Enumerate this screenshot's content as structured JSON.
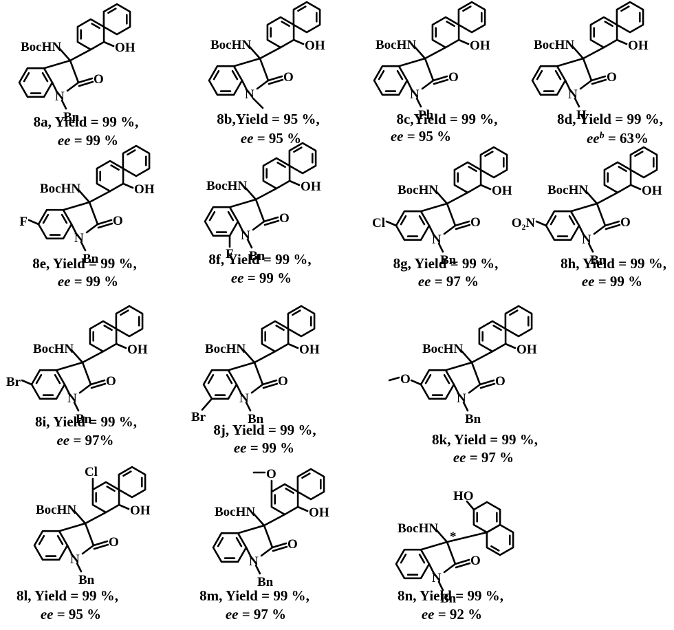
{
  "compounds": [
    {
      "id": "8a",
      "caption1": "8a, Yield = 99 %,",
      "ee_prefix": "ee",
      "ee_sup": "",
      "ee_rest": " = 99 %",
      "n_sub": "Bn",
      "left_sub": "",
      "bottom_sub": "",
      "naph_top": "",
      "oh": "OH",
      "boc": "BocHN",
      "carbonyl": "O",
      "n_atom": "N",
      "star": ""
    },
    {
      "id": "8b",
      "caption1": "8b,Yield = 95 %,",
      "ee_prefix": "ee",
      "ee_sup": "",
      "ee_rest": " = 95 %",
      "n_sub": "",
      "left_sub": "",
      "bottom_sub": "",
      "naph_top": "",
      "oh": "OH",
      "boc": "BocHN",
      "carbonyl": "O",
      "n_atom": "N",
      "star": ""
    },
    {
      "id": "8c",
      "caption1": "8c,Yield = 99 %,",
      "ee_prefix": "ee",
      "ee_sup": "",
      "ee_rest": " = 95 %",
      "n_sub": "Ph",
      "left_sub": "",
      "bottom_sub": "",
      "naph_top": "",
      "oh": "OH",
      "boc": "BocHN",
      "carbonyl": "O",
      "n_atom": "N",
      "star": ""
    },
    {
      "id": "8d",
      "caption1": "8d, Yield = 99 %,",
      "ee_prefix": "ee",
      "ee_sup": "b",
      "ee_rest": " = 63%",
      "n_sub": "H",
      "left_sub": "",
      "bottom_sub": "",
      "naph_top": "",
      "oh": "OH",
      "boc": "BocHN",
      "carbonyl": "O",
      "n_atom": "N",
      "star": ""
    },
    {
      "id": "8e",
      "caption1": "8e, Yield = 99 %,",
      "ee_prefix": "ee",
      "ee_sup": "",
      "ee_rest": " = 99 %",
      "n_sub": "Bn",
      "left_sub": "F",
      "bottom_sub": "",
      "naph_top": "",
      "oh": "OH",
      "boc": "BocHN",
      "carbonyl": "O",
      "n_atom": "N",
      "star": ""
    },
    {
      "id": "8f",
      "caption1": "8f, Yield = 99 %,",
      "ee_prefix": "ee",
      "ee_sup": "",
      "ee_rest": " = 99 %",
      "n_sub": "Bn",
      "left_sub": "",
      "bottom_sub": "F",
      "naph_top": "",
      "oh": "OH",
      "boc": "BocHN",
      "carbonyl": "O",
      "n_atom": "N",
      "star": ""
    },
    {
      "id": "8g",
      "caption1": "8g, Yield = 99 %,",
      "ee_prefix": "ee",
      "ee_sup": "",
      "ee_rest": " = 97 %",
      "n_sub": "Bn",
      "left_sub": "Cl",
      "bottom_sub": "",
      "naph_top": "",
      "oh": "OH",
      "boc": "BocHN",
      "carbonyl": "O",
      "n_atom": "N",
      "star": ""
    },
    {
      "id": "8h",
      "caption1": "8h, Yield = 99 %,",
      "ee_prefix": "ee",
      "ee_sup": "",
      "ee_rest": " = 99 %",
      "n_sub": "Bn",
      "left_sub": "O₂N",
      "bottom_sub": "",
      "naph_top": "",
      "oh": "OH",
      "boc": "BocHN",
      "carbonyl": "O",
      "n_atom": "N",
      "star": ""
    },
    {
      "id": "8i",
      "caption1": "8i, Yield = 99 %,",
      "ee_prefix": "ee",
      "ee_sup": "",
      "ee_rest": " = 97%",
      "n_sub": "Bn",
      "left_sub": "Br",
      "bottom_sub": "",
      "naph_top": "",
      "oh": "OH",
      "boc": "BocHN",
      "carbonyl": "O",
      "n_atom": "N",
      "star": ""
    },
    {
      "id": "8j",
      "caption1": "8j, Yield = 99 %,",
      "ee_prefix": "ee",
      "ee_sup": "",
      "ee_rest": " = 99 %",
      "n_sub": "Bn",
      "left_sub": "",
      "bottom_sub": "Br",
      "naph_top": "",
      "oh": "OH",
      "boc": "BocHN",
      "carbonyl": "O",
      "n_atom": "N",
      "star": ""
    },
    {
      "id": "8k",
      "caption1": "8k, Yield = 99 %,",
      "ee_prefix": "ee",
      "ee_sup": "",
      "ee_rest": " = 97 %",
      "n_sub": "Bn",
      "left_sub": "O",
      "bottom_sub": "",
      "naph_top": "",
      "oh": "OH",
      "boc": "BocHN",
      "carbonyl": "O",
      "n_atom": "N",
      "star": ""
    },
    {
      "id": "8l",
      "caption1": "8l, Yield = 99 %,",
      "ee_prefix": "ee",
      "ee_sup": "",
      "ee_rest": " = 95 %",
      "n_sub": "Bn",
      "left_sub": "",
      "bottom_sub": "",
      "naph_top": "Cl",
      "oh": "OH",
      "boc": "BocHN",
      "carbonyl": "O",
      "n_atom": "N",
      "star": ""
    },
    {
      "id": "8m",
      "caption1": "8m, Yield = 99 %,",
      "ee_prefix": "ee",
      "ee_sup": "",
      "ee_rest": " = 97 %",
      "n_sub": "Bn",
      "left_sub": "",
      "bottom_sub": "",
      "naph_top": "O",
      "oh": "OH",
      "boc": "BocHN",
      "carbonyl": "O",
      "n_atom": "N",
      "star": ""
    },
    {
      "id": "8n",
      "caption1": "8n, Yield = 99 %,",
      "ee_prefix": "ee",
      "ee_sup": "",
      "ee_rest": " = 92 %",
      "n_sub": "Bn",
      "left_sub": "",
      "bottom_sub": "",
      "naph_top": "",
      "oh": "HO",
      "boc": "BocHN",
      "carbonyl": "O",
      "n_atom": "N",
      "star": "*"
    }
  ]
}
